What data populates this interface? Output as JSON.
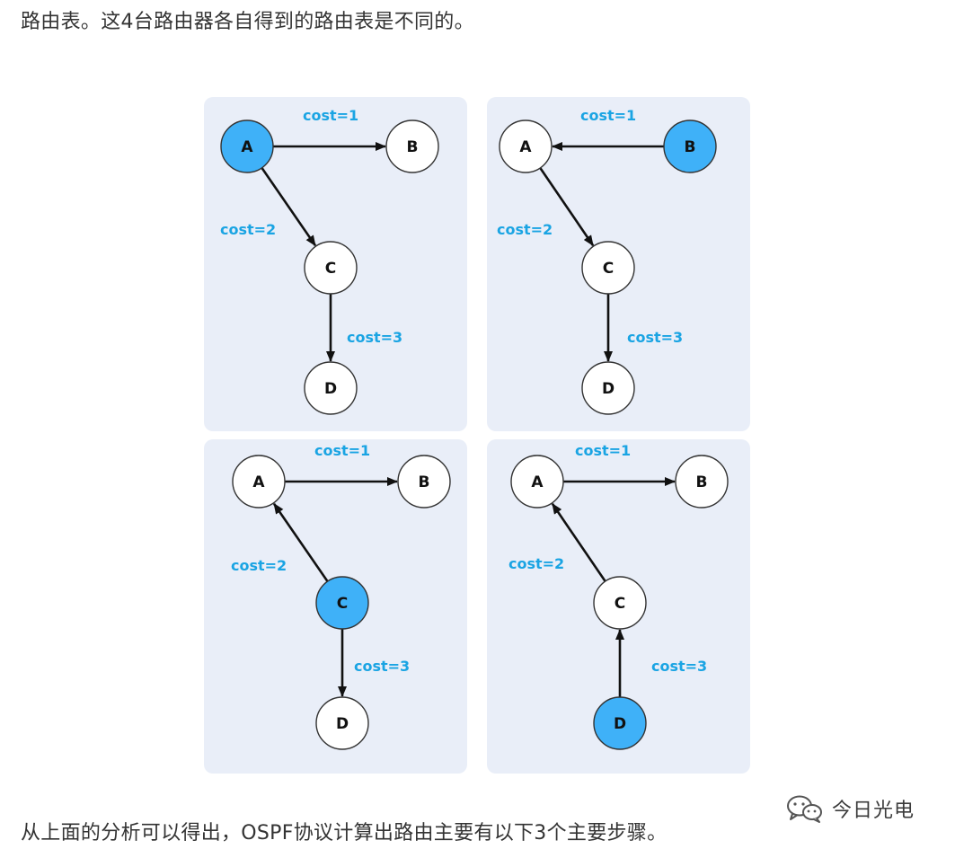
{
  "intro_text": "路由表。这4台路由器各自得到的路由表是不同的。",
  "conclusion_text": "从上面的分析可以得出，OSPF协议计算出路由主要有以下3个主要步骤。",
  "watermark": {
    "text": "今日光电",
    "icon": "wechat-icon"
  },
  "colors": {
    "panel_background": "#e9eef8",
    "root_node": "#3fb1f8",
    "edge": "#111111",
    "cost_label": "#1aa4e3"
  },
  "panels": [
    {
      "root": "A",
      "nodes": [
        "A",
        "B",
        "C",
        "D"
      ],
      "edges": [
        {
          "from": "A",
          "to": "B",
          "cost": "cost=1"
        },
        {
          "from": "A",
          "to": "C",
          "cost": "cost=2"
        },
        {
          "from": "C",
          "to": "D",
          "cost": "cost=3"
        }
      ]
    },
    {
      "root": "B",
      "nodes": [
        "A",
        "B",
        "C",
        "D"
      ],
      "edges": [
        {
          "from": "B",
          "to": "A",
          "cost": "cost=1"
        },
        {
          "from": "A",
          "to": "C",
          "cost": "cost=2"
        },
        {
          "from": "C",
          "to": "D",
          "cost": "cost=3"
        }
      ]
    },
    {
      "root": "C",
      "nodes": [
        "A",
        "B",
        "C",
        "D"
      ],
      "edges": [
        {
          "from": "A",
          "to": "B",
          "cost": "cost=1"
        },
        {
          "from": "C",
          "to": "A",
          "cost": "cost=2"
        },
        {
          "from": "C",
          "to": "D",
          "cost": "cost=3"
        }
      ]
    },
    {
      "root": "D",
      "nodes": [
        "A",
        "B",
        "C",
        "D"
      ],
      "edges": [
        {
          "from": "A",
          "to": "B",
          "cost": "cost=1"
        },
        {
          "from": "C",
          "to": "A",
          "cost": "cost=2"
        },
        {
          "from": "D",
          "to": "C",
          "cost": "cost=3"
        }
      ]
    }
  ]
}
